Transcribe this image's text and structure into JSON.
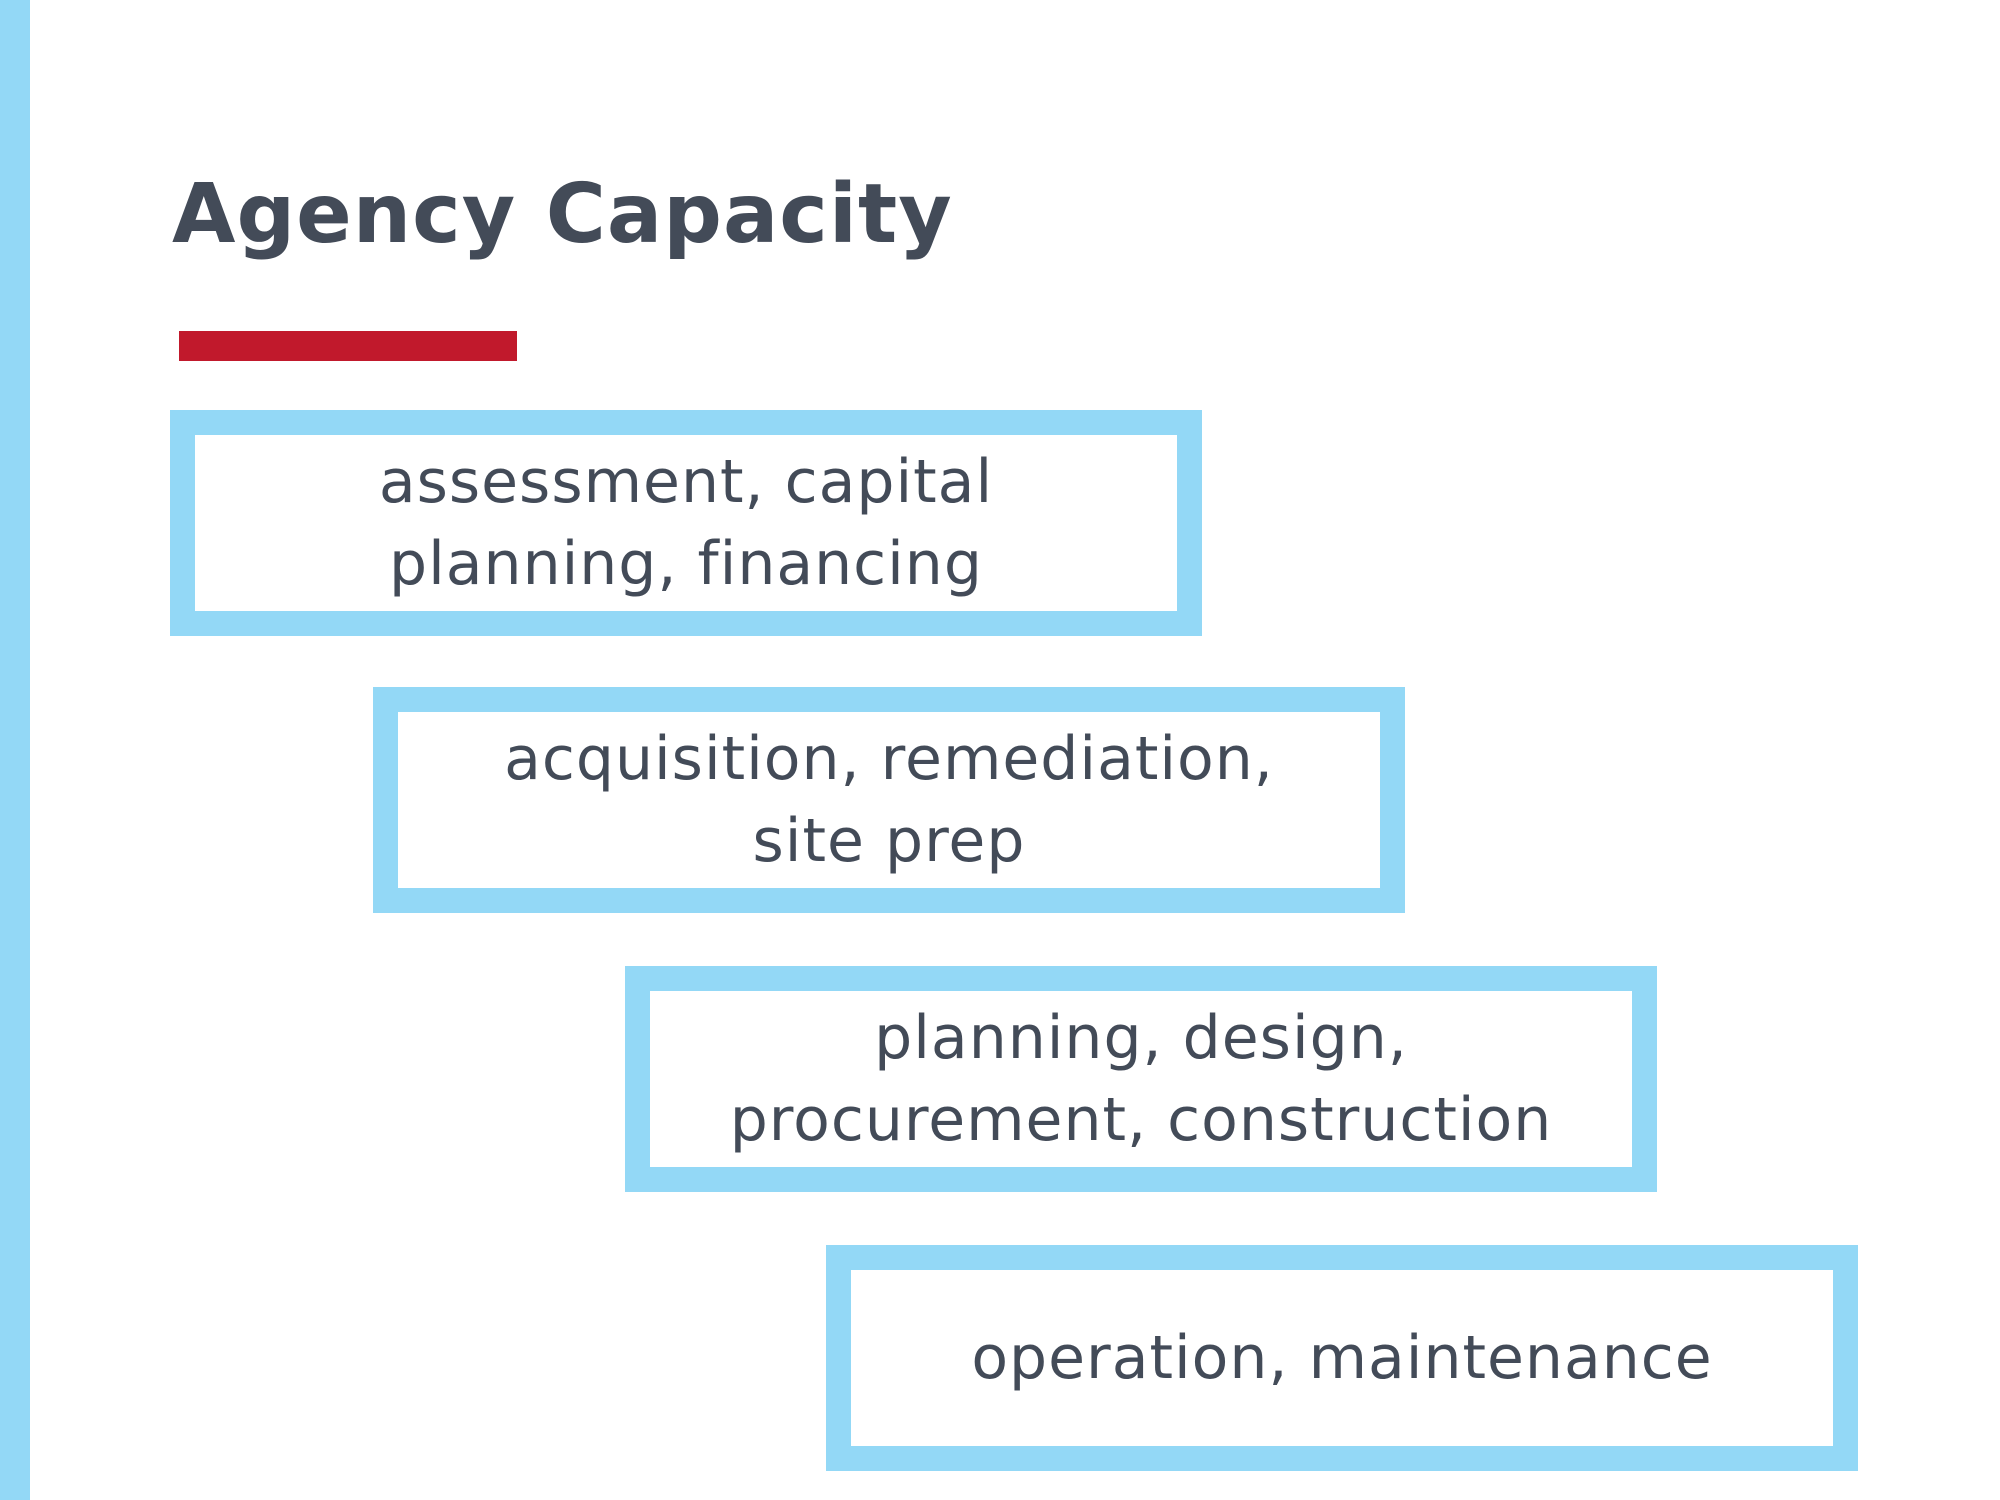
{
  "slide": {
    "title": "Agency Capacity",
    "colors": {
      "accent_bar": "#93d8f6",
      "title_text": "#434b58",
      "rule": "#c1192c",
      "box_border": "#93d8f6",
      "box_text": "#434b58"
    }
  },
  "steps": [
    {
      "label": "assessment, capital\nplanning, financing"
    },
    {
      "label": "acquisition, remediation,\nsite prep"
    },
    {
      "label": "planning, design,\nprocurement, construction"
    },
    {
      "label": "operation, maintenance"
    }
  ]
}
